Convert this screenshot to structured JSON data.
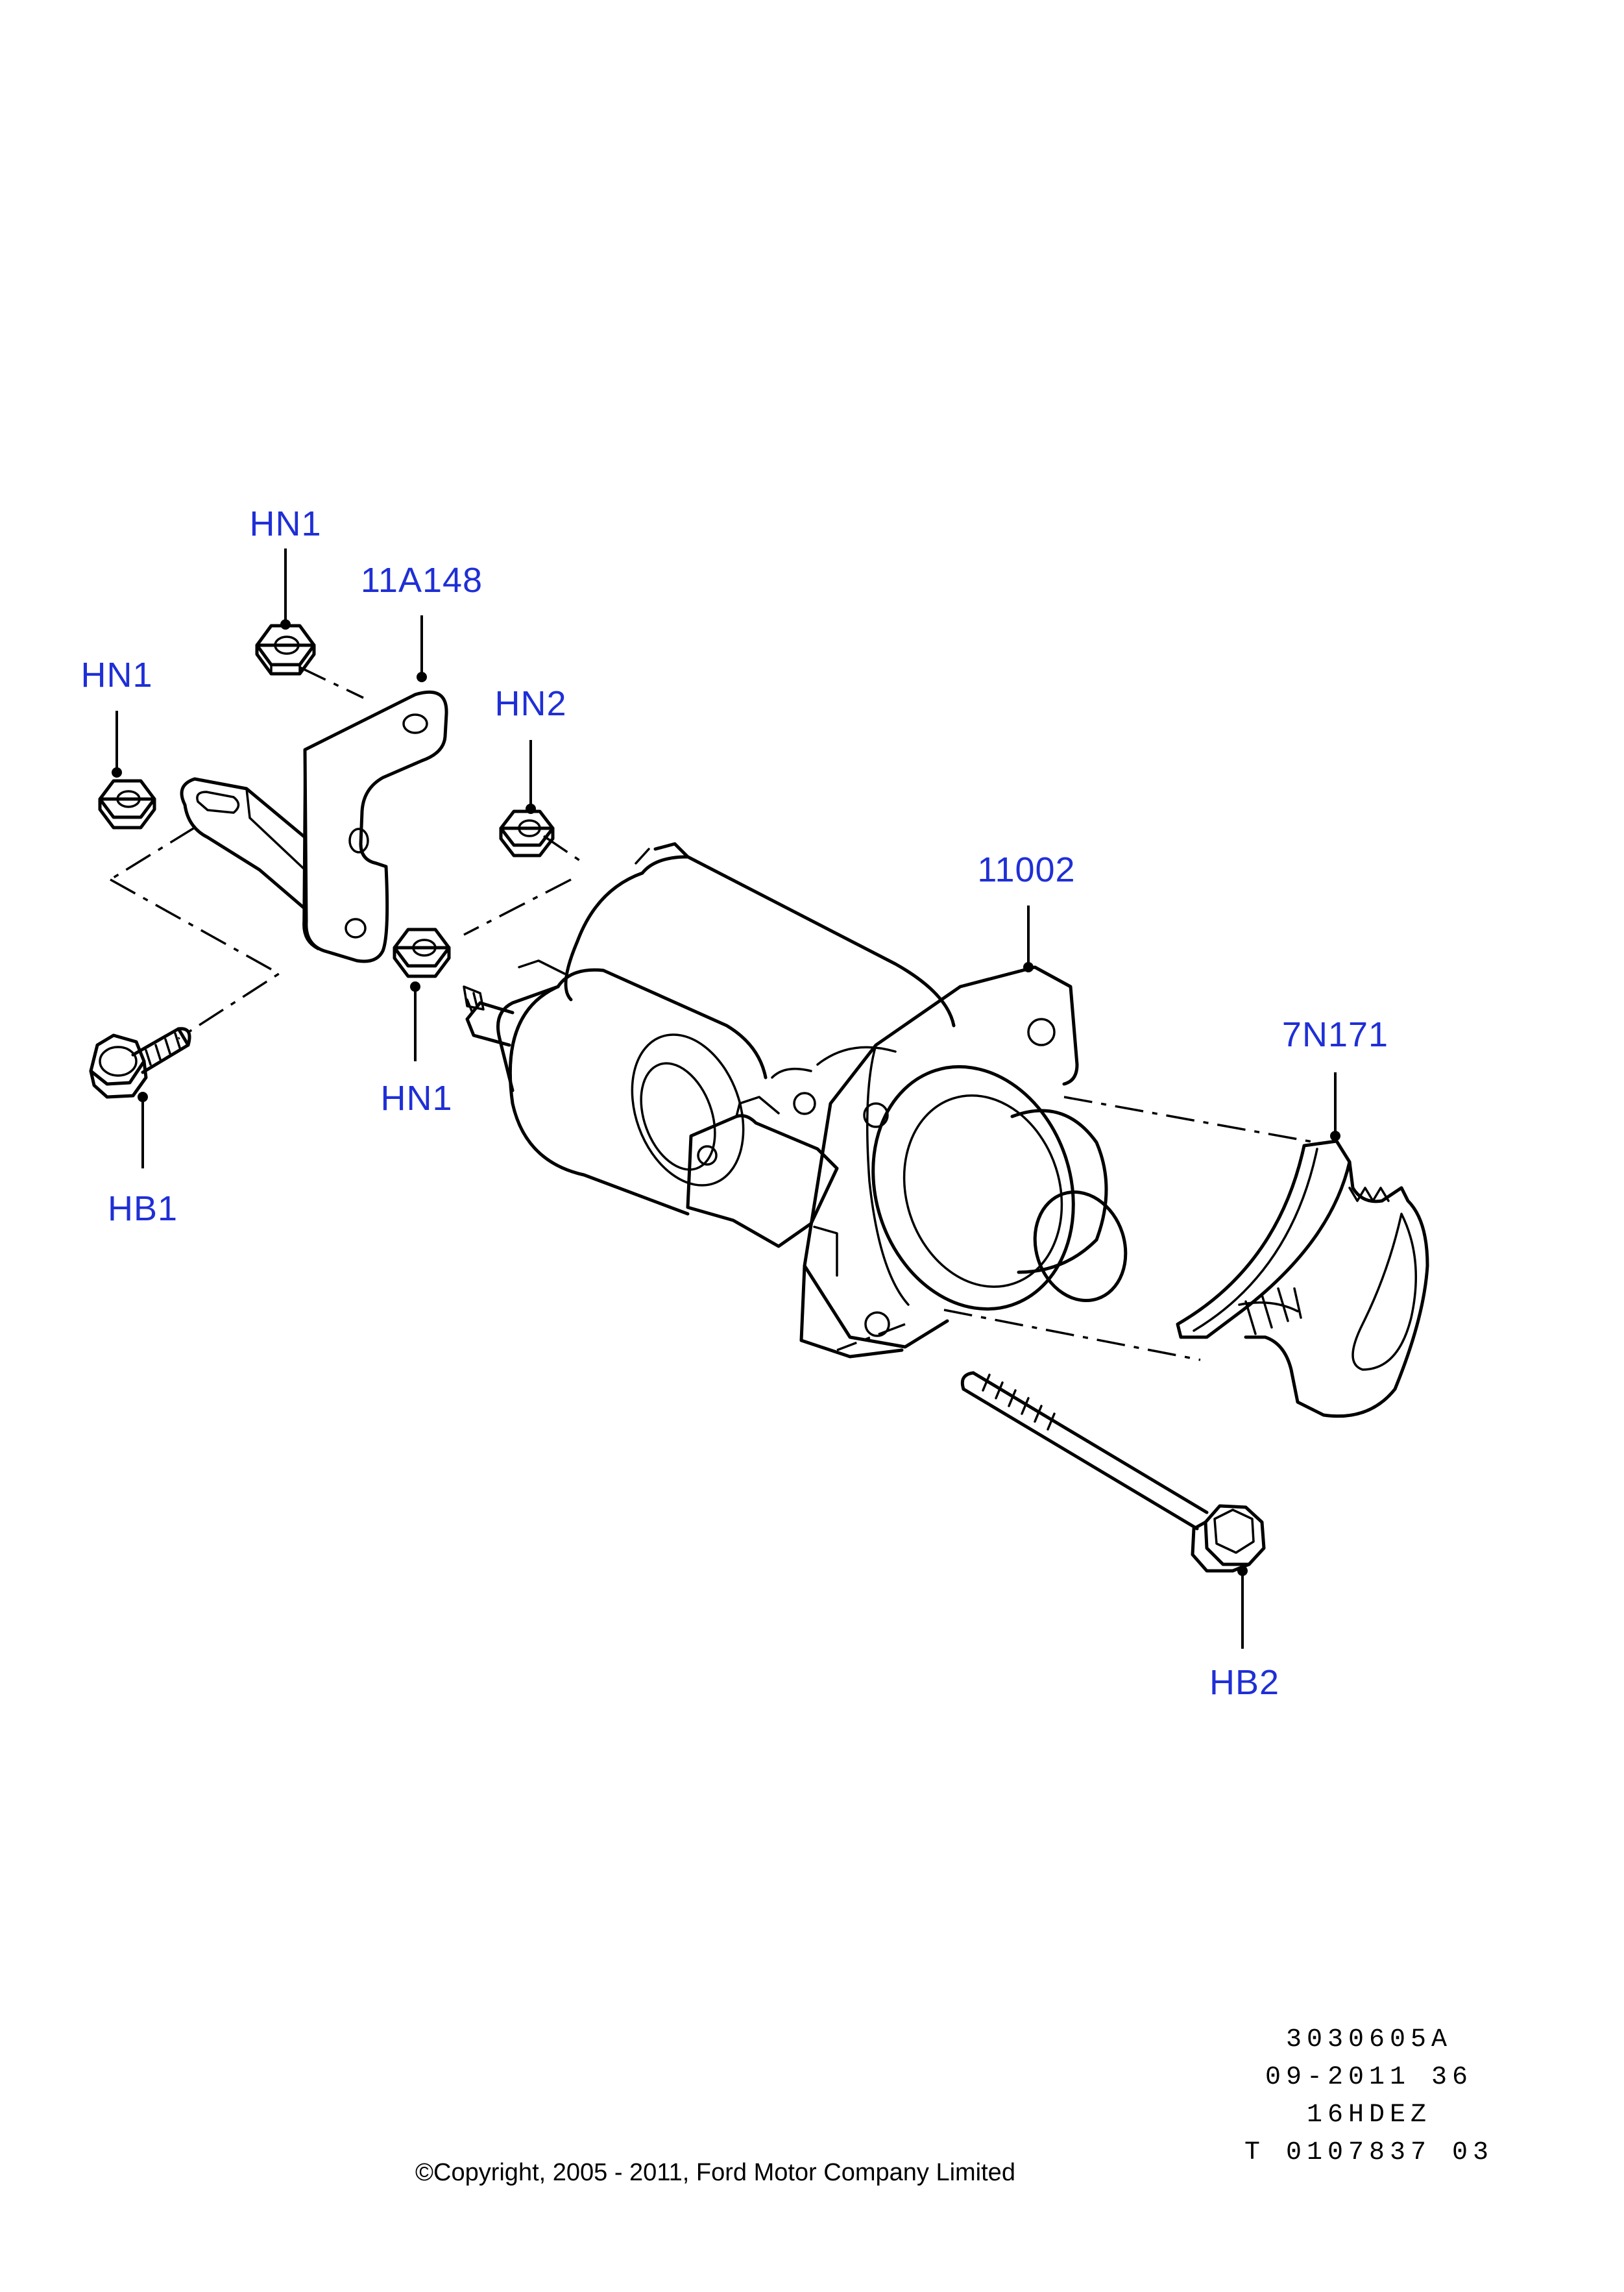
{
  "colors": {
    "callout": "#1f2fd6",
    "ink": "#000000",
    "background": "#ffffff"
  },
  "callouts": {
    "hn1_top": "HN1",
    "bracket": "11A148",
    "hn1_left": "HN1",
    "hn2": "HN2",
    "starter": "11002",
    "hn1_bottom": "HN1",
    "hb1": "HB1",
    "shield": "7N171",
    "hb2": "HB2"
  },
  "drawing_info": {
    "line1": "3030605A",
    "line2": "09-2011 36",
    "line3": "16HDEZ",
    "line4": "T 0107837 03"
  },
  "copyright": "©Copyright, 2005 - 2011, Ford Motor Company Limited"
}
